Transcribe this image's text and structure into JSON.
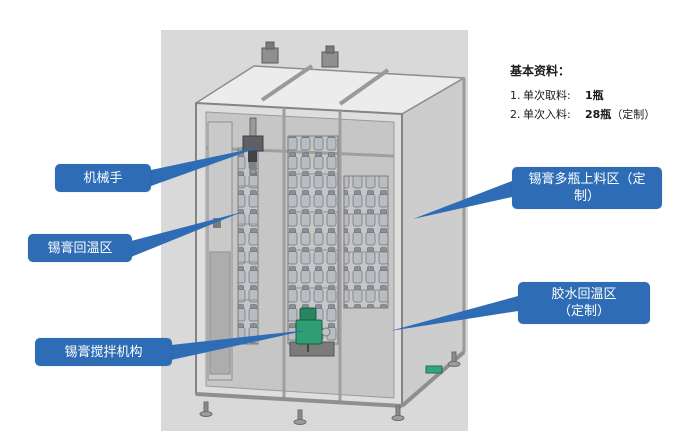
{
  "info": {
    "title": "基本资料：",
    "items": [
      {
        "num": "1.",
        "label": "单次取料:",
        "value": "1瓶",
        "suffix": ""
      },
      {
        "num": "2.",
        "label": "单次入料:",
        "value": "28瓶",
        "suffix": "（定制）"
      }
    ]
  },
  "callouts": [
    {
      "id": "robot-arm",
      "label": "机械手"
    },
    {
      "id": "solder-paste-rewarm-area",
      "label": "锡膏回温区"
    },
    {
      "id": "solder-paste-mixer",
      "label": "锡膏搅拌机构"
    },
    {
      "id": "multi-bottle-loading-area",
      "label": "锡膏多瓶上料区（定\n制）"
    },
    {
      "id": "glue-rewarm-area",
      "label": "胶水回温区\n（定制）"
    }
  ],
  "colors": {
    "callout_bg": "#2e6db5",
    "callout_text": "#ffffff",
    "backdrop": "#d9d9d9",
    "mixer_green": "#2f9e74"
  }
}
